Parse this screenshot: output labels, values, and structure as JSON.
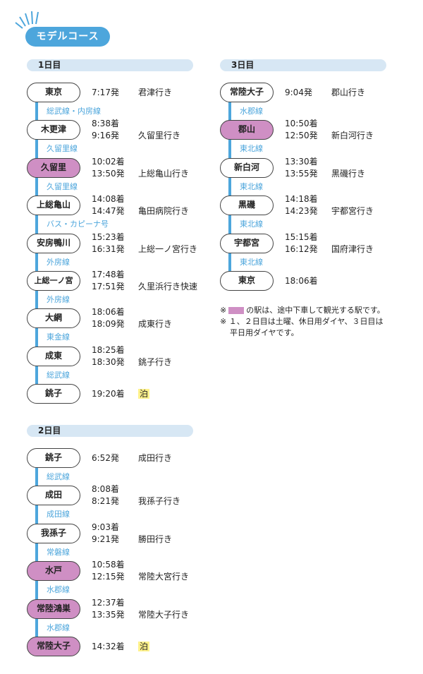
{
  "title": "モデルコース",
  "colors": {
    "accent": "#4da6dc",
    "sightseeing": "#cf8fc4",
    "stay": "#fff28c",
    "day_bar": "#d7e7f4"
  },
  "days": [
    {
      "label": "1日目",
      "stations": [
        {
          "name": "東京",
          "sight": false,
          "rows": [
            {
              "time": "7:17発",
              "note": "君津行き"
            }
          ],
          "line_after": "総武線・内房線"
        },
        {
          "name": "木更津",
          "sight": false,
          "rows": [
            {
              "time": "8:38着",
              "note": ""
            },
            {
              "time": "9:16発",
              "note": "久留里行き"
            }
          ],
          "line_after": "久留里線"
        },
        {
          "name": "久留里",
          "sight": true,
          "rows": [
            {
              "time": "10:02着",
              "note": ""
            },
            {
              "time": "13:50発",
              "note": "上総亀山行き"
            }
          ],
          "line_after": "久留里線"
        },
        {
          "name": "上総亀山",
          "sight": false,
          "rows": [
            {
              "time": "14:08着",
              "note": ""
            },
            {
              "time": "14:47発",
              "note": "亀田病院行き"
            }
          ],
          "line_after": "バス・カピーナ号"
        },
        {
          "name": "安房鴨川",
          "sight": false,
          "rows": [
            {
              "time": "15:23着",
              "note": ""
            },
            {
              "time": "16:31発",
              "note": "上総一ノ宮行き"
            }
          ],
          "line_after": "外房線"
        },
        {
          "name": "上総一ノ宮",
          "sight": false,
          "rows": [
            {
              "time": "17:48着",
              "note": ""
            },
            {
              "time": "17:51発",
              "note": "久里浜行き快速"
            }
          ],
          "line_after": "外房線"
        },
        {
          "name": "大網",
          "sight": false,
          "rows": [
            {
              "time": "18:06着",
              "note": ""
            },
            {
              "time": "18:09発",
              "note": "成東行き"
            }
          ],
          "line_after": "東金線"
        },
        {
          "name": "成東",
          "sight": false,
          "rows": [
            {
              "time": "18:25着",
              "note": ""
            },
            {
              "time": "18:30発",
              "note": "銚子行き"
            }
          ],
          "line_after": "総武線"
        },
        {
          "name": "銚子",
          "sight": false,
          "rows": [
            {
              "time": "19:20着",
              "note": "泊",
              "stay": true
            }
          ],
          "line_after": ""
        }
      ]
    },
    {
      "label": "2日目",
      "stations": [
        {
          "name": "銚子",
          "sight": false,
          "rows": [
            {
              "time": "6:52発",
              "note": "成田行き"
            }
          ],
          "line_after": "総武線"
        },
        {
          "name": "成田",
          "sight": false,
          "rows": [
            {
              "time": "8:08着",
              "note": ""
            },
            {
              "time": "8:21発",
              "note": "我孫子行き"
            }
          ],
          "line_after": "成田線"
        },
        {
          "name": "我孫子",
          "sight": false,
          "rows": [
            {
              "time": "9:03着",
              "note": ""
            },
            {
              "time": "9:21発",
              "note": "勝田行き"
            }
          ],
          "line_after": "常磐線"
        },
        {
          "name": "水戸",
          "sight": true,
          "rows": [
            {
              "time": "10:58着",
              "note": ""
            },
            {
              "time": "12:15発",
              "note": "常陸大宮行き"
            }
          ],
          "line_after": "水郡線"
        },
        {
          "name": "常陸鴻巣",
          "sight": true,
          "rows": [
            {
              "time": "12:37着",
              "note": ""
            },
            {
              "time": "13:35発",
              "note": "常陸大子行き"
            }
          ],
          "line_after": "水郡線"
        },
        {
          "name": "常陸大子",
          "sight": true,
          "rows": [
            {
              "time": "14:32着",
              "note": "泊",
              "stay": true
            }
          ],
          "line_after": ""
        }
      ]
    },
    {
      "label": "3日目",
      "stations": [
        {
          "name": "常陸大子",
          "sight": false,
          "rows": [
            {
              "time": "9:04発",
              "note": "郡山行き"
            }
          ],
          "line_after": "水郡線"
        },
        {
          "name": "郡山",
          "sight": true,
          "rows": [
            {
              "time": "10:50着",
              "note": ""
            },
            {
              "time": "12:50発",
              "note": "新白河行き"
            }
          ],
          "line_after": "東北線"
        },
        {
          "name": "新白河",
          "sight": false,
          "rows": [
            {
              "time": "13:30着",
              "note": ""
            },
            {
              "time": "13:55発",
              "note": "黒磯行き"
            }
          ],
          "line_after": "東北線"
        },
        {
          "name": "黒磯",
          "sight": false,
          "rows": [
            {
              "time": "14:18着",
              "note": ""
            },
            {
              "time": "14:23発",
              "note": "宇都宮行き"
            }
          ],
          "line_after": "東北線"
        },
        {
          "name": "宇都宮",
          "sight": false,
          "rows": [
            {
              "time": "15:15着",
              "note": ""
            },
            {
              "time": "16:12発",
              "note": "国府津行き"
            }
          ],
          "line_after": "東北線"
        },
        {
          "name": "東京",
          "sight": false,
          "rows": [
            {
              "time": "18:06着",
              "note": ""
            }
          ],
          "line_after": ""
        }
      ]
    }
  ],
  "notes": {
    "mark": "※",
    "line1": "の駅は、途中下車して観光する駅です。",
    "line2": "１、２日目は土曜、休日用ダイヤ、３日目は",
    "line3": "平日用ダイヤです。"
  }
}
